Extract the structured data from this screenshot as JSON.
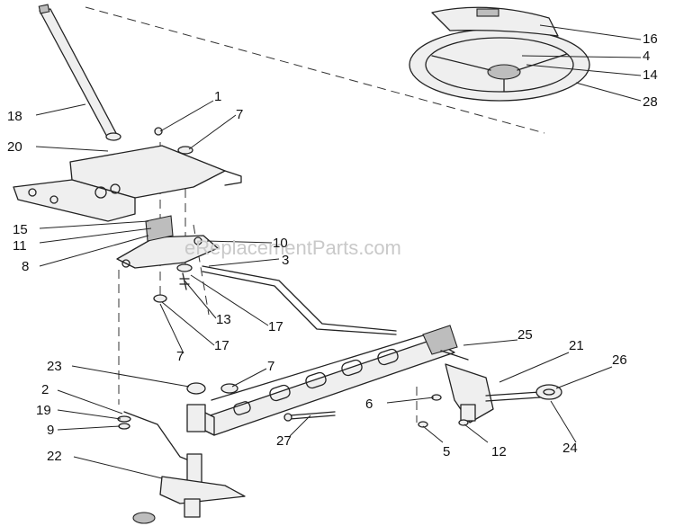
{
  "diagram": {
    "watermark": "eReplacementParts.com",
    "callouts": {
      "1": "1",
      "2": "2",
      "3": "3",
      "4": "4",
      "5": "5",
      "6": "6",
      "7": "7",
      "8": "8",
      "9": "9",
      "10": "10",
      "11": "11",
      "12": "12",
      "13": "13",
      "14": "14",
      "15": "15",
      "16": "16",
      "17": "17",
      "18": "18",
      "19": "19",
      "20": "20",
      "21": "21",
      "22": "22",
      "23": "23",
      "24": "24",
      "25": "25",
      "26": "26",
      "27": "27",
      "28": "28"
    }
  }
}
